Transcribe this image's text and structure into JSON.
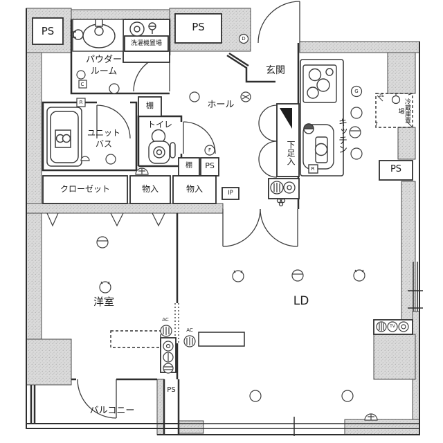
{
  "plan_title": "apartment-floor-plan",
  "rooms": {
    "powder1": "パウダー",
    "powder2": "ルーム",
    "genkan": "玄関",
    "hall": "ホール",
    "kitchen": "キッチン",
    "toilet": "トイレ",
    "bath1": "ユニット",
    "bath2": "バス",
    "closet": "クローゼット",
    "storage1": "物入",
    "storage2": "物入",
    "shoebox": "下足入",
    "western": "洋室",
    "ld": "LD",
    "balcony": "バルコニー"
  },
  "storage_labels": {
    "laundry": "洗濯機置場",
    "fridge": "冷蔵庫置場",
    "shelf1": "棚",
    "shelf2": "棚"
  },
  "shafts": {
    "ps_top_left": "PS",
    "ps_top_mid": "PS",
    "ps_right": "PS",
    "ps_mid": "PS",
    "ps_bottom": "PS"
  },
  "symbols": {
    "g": "G",
    "f": "F",
    "d": "D",
    "c": "C",
    "r1": "R",
    "r2": "R",
    "ip": "IP",
    "ac1": "AC",
    "ac2": "AC",
    "tv": "TV",
    "fridge_note": "2E"
  }
}
